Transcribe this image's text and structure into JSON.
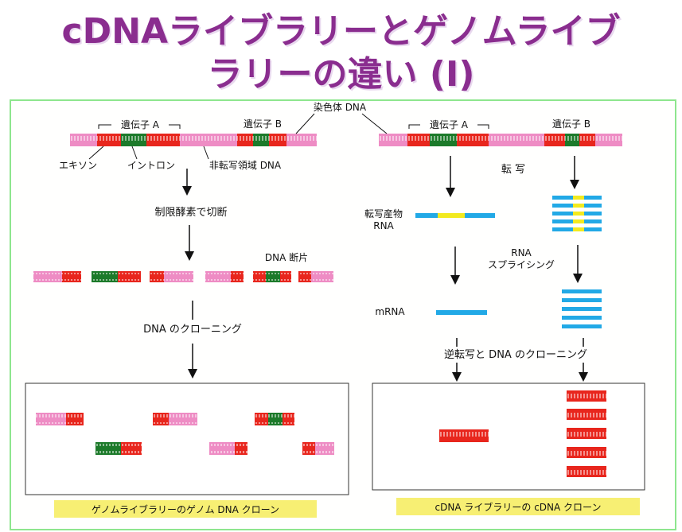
{
  "title": {
    "line1": "cDNAライブラリーとゲノムライブ",
    "line2": "ラリーの違い (I)"
  },
  "labels": {
    "chromosome_dna": "染色体 DNA",
    "gene_a": "遺伝子 A",
    "gene_b": "遺伝子 B",
    "exon": "エキソン",
    "intron": "イントロン",
    "noncoding": "非転写領域 DNA",
    "restriction": "制限酵素で切断",
    "dna_fragment": "DNA 断片",
    "dna_cloning": "DNA のクローニング",
    "transcription": "転 写",
    "transcript_rna_1": "転写産物",
    "transcript_rna_2": "RNA",
    "rna_splicing_1": "RNA",
    "rna_splicing_2": "スプライシング",
    "mrna": "mRNA",
    "reverse_transcription": "逆転写と DNA のクローニング",
    "genomic_caption": "ゲノムライブラリーのゲノム DNA クローン",
    "cdna_caption": "cDNA ライブラリーの cDNA クローン"
  },
  "colors": {
    "title": "#8a2d8f",
    "exon": "#e8261d",
    "intron": "#1c7a2a",
    "noncoding": "#ee8cc4",
    "rna_exon": "#22a9e6",
    "rna_intron": "#f2ea1f",
    "caption_bg": "#f7ef73",
    "border": "#8ee68e"
  }
}
